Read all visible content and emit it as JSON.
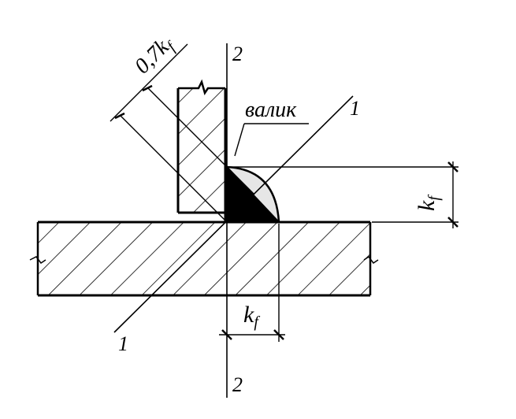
{
  "labels": {
    "section_top": "2",
    "section_bottom": "2",
    "plane_upper": "1",
    "plane_lower": "1",
    "bead": "валик",
    "leg_vertical_k": "k",
    "leg_vertical_sub": "f",
    "leg_horizontal_k": "k",
    "leg_horizontal_sub": "f",
    "throat_prefix": "0,7k",
    "throat_sub": "f"
  },
  "colors": {
    "line": "#000000",
    "fill_black": "#000000",
    "fill_weld": "#e6e6e6",
    "background": "#ffffff"
  }
}
